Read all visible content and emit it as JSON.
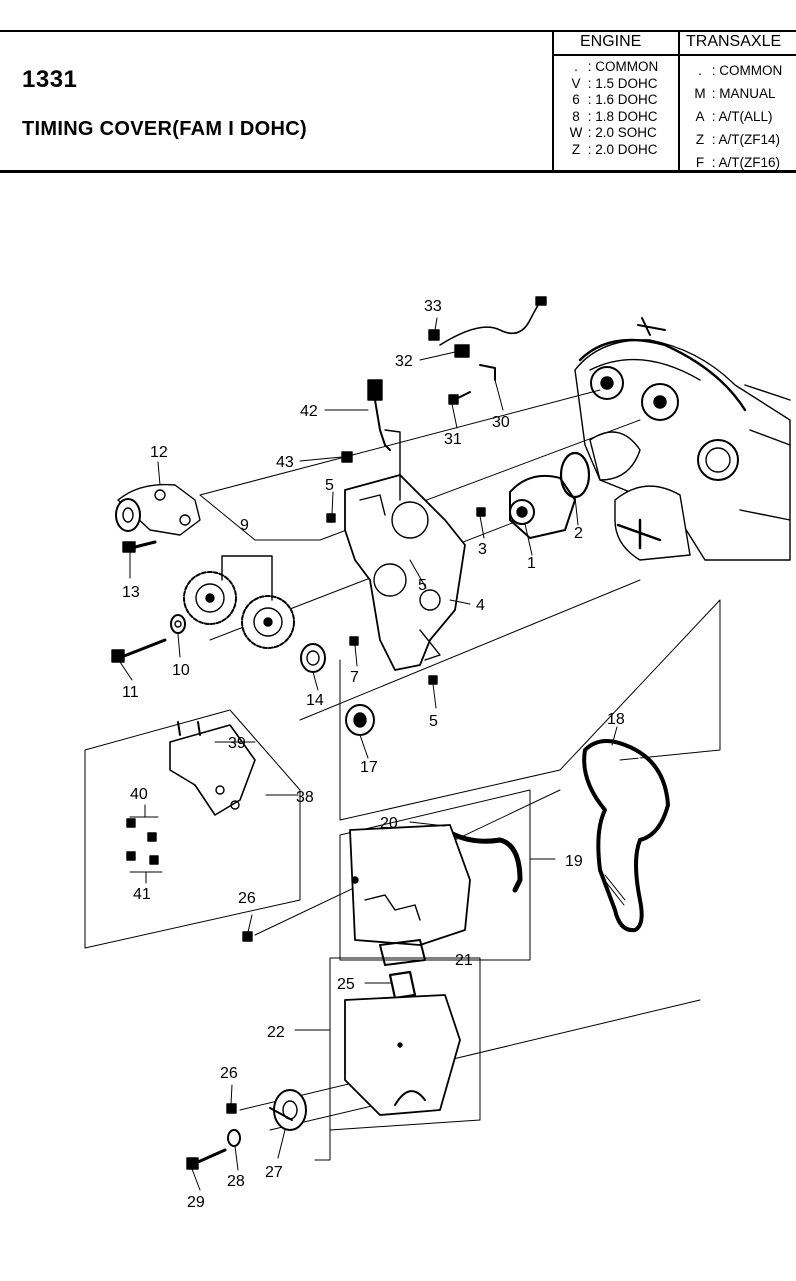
{
  "sheet": {
    "number": "1331",
    "title": "TIMING COVER(FAM I DOHC)"
  },
  "legend": {
    "engine_header": "ENGINE",
    "transaxle_header": "TRANSAXLE",
    "engine": [
      {
        "code": ".",
        "desc": "COMMON"
      },
      {
        "code": "V",
        "desc": "1.5 DOHC"
      },
      {
        "code": "6",
        "desc": "1.6 DOHC"
      },
      {
        "code": "8",
        "desc": "1.8 DOHC"
      },
      {
        "code": "W",
        "desc": "2.0 SOHC"
      },
      {
        "code": "Z",
        "desc": "2.0 DOHC"
      }
    ],
    "transaxle": [
      {
        "code": ".",
        "desc": "COMMON"
      },
      {
        "code": "M",
        "desc": "MANUAL"
      },
      {
        "code": "A",
        "desc": "A/T(ALL)"
      },
      {
        "code": "Z",
        "desc": "A/T(ZF14)"
      },
      {
        "code": "F",
        "desc": "A/T(ZF16)"
      }
    ]
  },
  "callouts": {
    "c1": "1",
    "c2": "2",
    "c3": "3",
    "c4": "4",
    "c5a": "5",
    "c5b": "5",
    "c5c": "5",
    "c7": "7",
    "c9": "9",
    "c10": "10",
    "c11": "11",
    "c12": "12",
    "c13": "13",
    "c14": "14",
    "c17": "17",
    "c18": "18",
    "c19": "19",
    "c20": "20",
    "c21": "21",
    "c22": "22",
    "c25": "25",
    "c26a": "26",
    "c26b": "26",
    "c27": "27",
    "c28": "28",
    "c29": "29",
    "c30": "30",
    "c31": "31",
    "c32": "32",
    "c33": "33",
    "c38": "38",
    "c39": "39",
    "c40": "40",
    "c41": "41",
    "c42": "42",
    "c43": "43"
  }
}
